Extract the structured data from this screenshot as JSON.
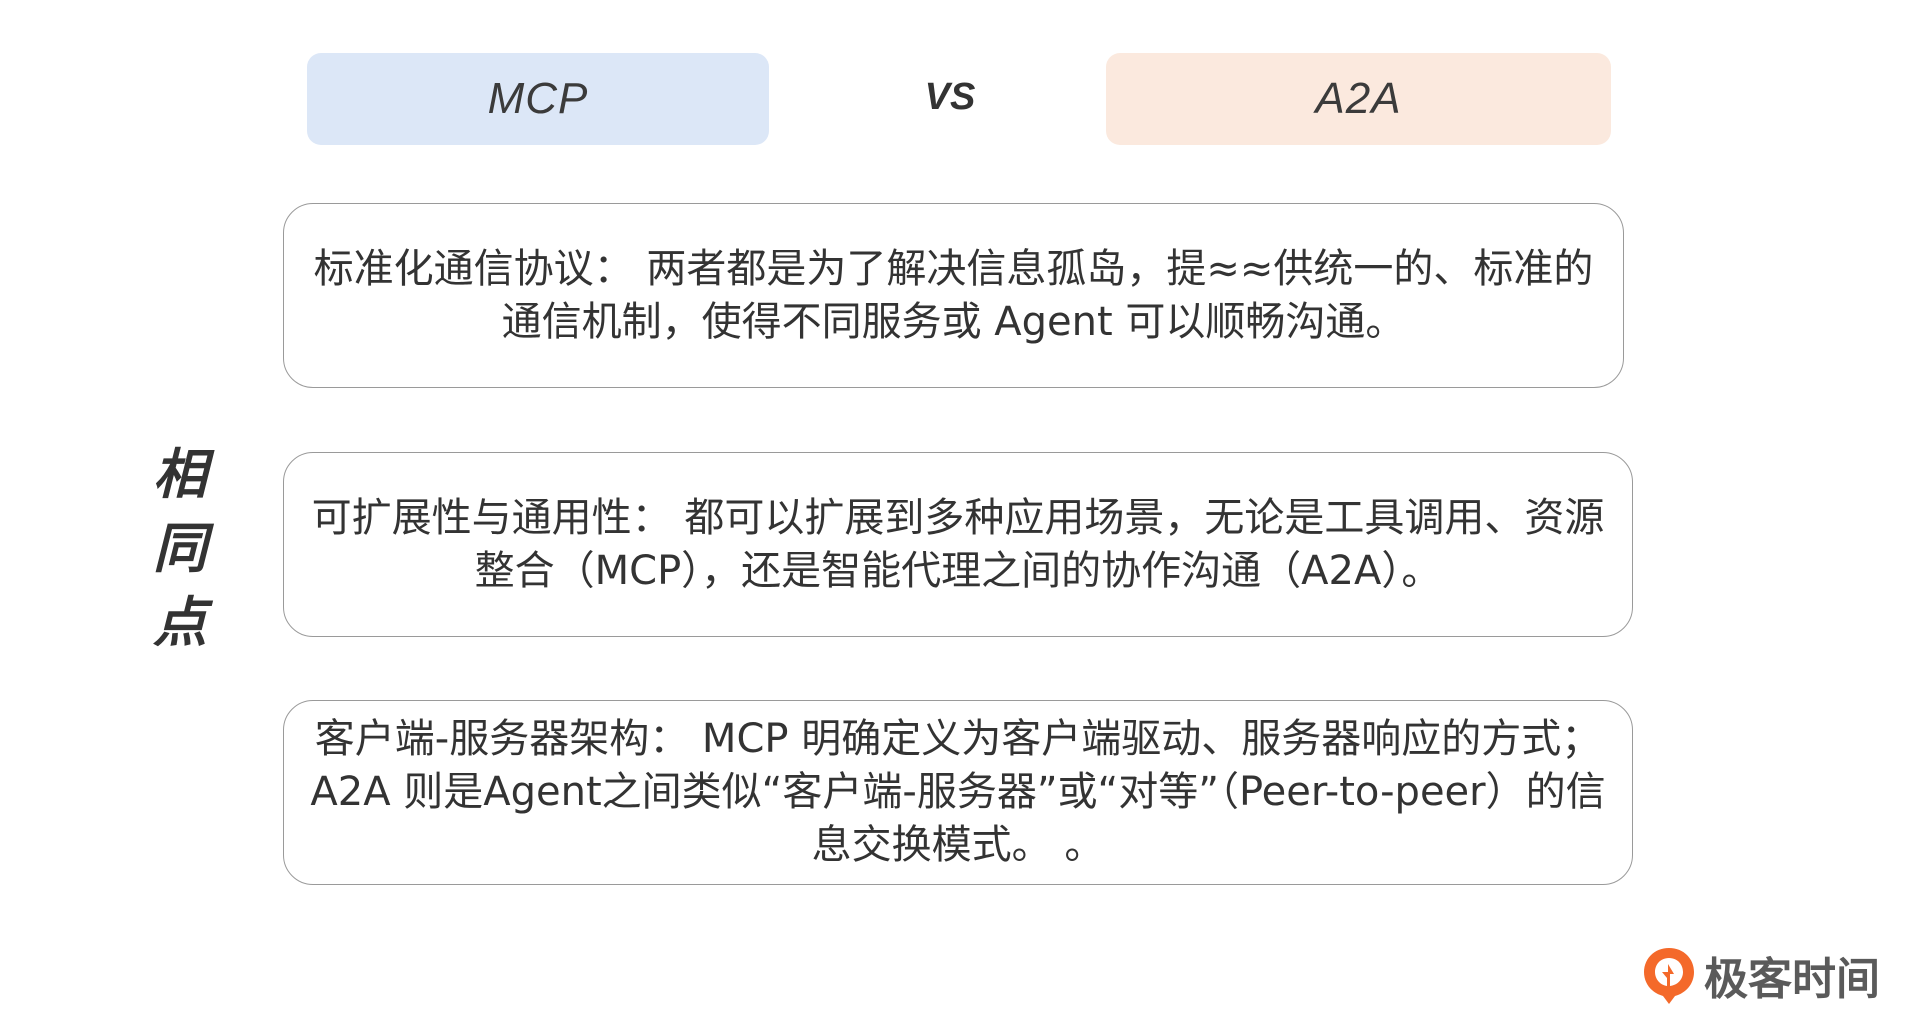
{
  "header": {
    "left": "MCP",
    "vs": "VS",
    "right": "A2A"
  },
  "side_title": [
    "相",
    "同",
    "点"
  ],
  "points": [
    {
      "text": "标准化通信协议： 两者都是为了解决信息孤岛，提≈≈供统一的、标准的通信机制，使得不同服务或 Agent 可以顺畅沟通。"
    },
    {
      "text": "可扩展性与通用性： 都可以扩展到多种应用场景，无论是工具调用、资源整合（MCP），还是智能代理之间的协作沟通（A2A）。"
    },
    {
      "text": "客户端-服务器架构： MCP 明确定义为客户端驱动、服务器响应的方式；A2A 则是Agent之间类似“客户端-服务器”或“对等”（Peer-to-peer）的信息交换模式。 。"
    }
  ],
  "logo": {
    "text": "极客时间",
    "icon": "geektime-logo-icon",
    "brand_color": "#f4692a"
  },
  "colors": {
    "mcp_bg": "#dce7f7",
    "a2a_bg": "#fbe9de",
    "border": "#9a9a9a",
    "text": "#333333"
  }
}
